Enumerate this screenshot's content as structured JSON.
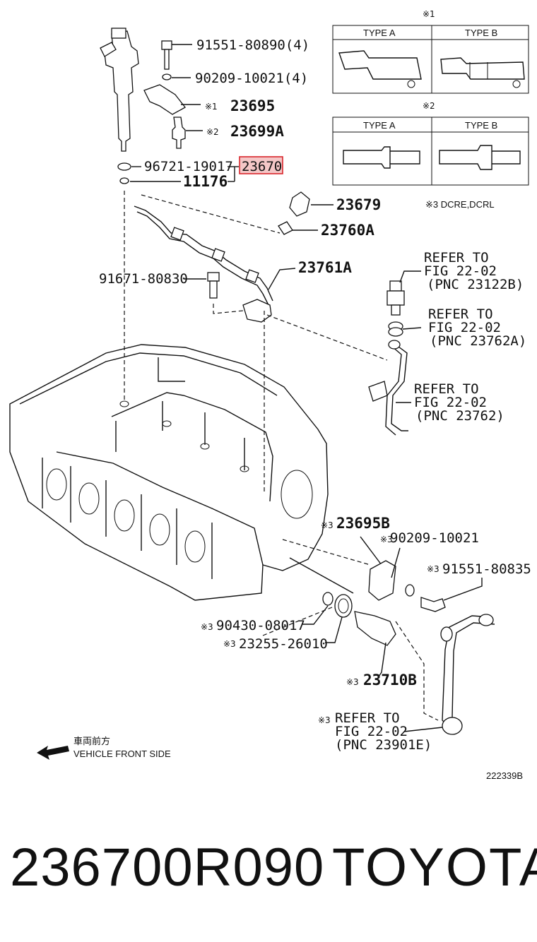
{
  "labels": {
    "p_91551_80890": "91551-80890(4)",
    "p_90209_10021_4": "90209-10021(4)",
    "p_23695": "23695",
    "p_23699A": "23699A",
    "p_96721_19017": "96721-19017",
    "p_23670": "23670",
    "p_11176": "11176",
    "p_23679": "23679",
    "p_23760A": "23760A",
    "p_91671_80830": "91671-80830",
    "p_23761A": "23761A",
    "p_23695B": "23695B",
    "p_90209_10021": "90209-10021",
    "p_91551_80835": "91551-80835",
    "p_90430_08017": "90430-08017",
    "p_23255_26010": "23255-26010",
    "p_23710B": "23710B"
  },
  "marks": {
    "m1": "※1",
    "m2": "※2",
    "m3": "※3"
  },
  "refs": {
    "r1": [
      "REFER TO",
      "FIG 22-02",
      "(PNC 23122B)"
    ],
    "r2": [
      "REFER TO",
      "FIG 22-02",
      "(PNC 23762A)"
    ],
    "r3": [
      "REFER TO",
      "FIG 22-02",
      "(PNC 23762)"
    ],
    "r4": [
      "REFER TO",
      "FIG 22-02",
      "(PNC 23901E)"
    ]
  },
  "tables": {
    "t1_mark": "※1",
    "t2_mark": "※2",
    "type_a": "TYPE A",
    "type_b": "TYPE B"
  },
  "note_dcre": "※3 DCRE,DCRL",
  "front_jp": "車両前方",
  "front_en": "VEHICLE FRONT SIDE",
  "fig_id": "222339B",
  "footer": {
    "part_number": "236700R090",
    "brand": "TOYOTA"
  },
  "colors": {
    "highlight_fill": "#f4c7c7",
    "highlight_stroke": "#d9262c"
  }
}
